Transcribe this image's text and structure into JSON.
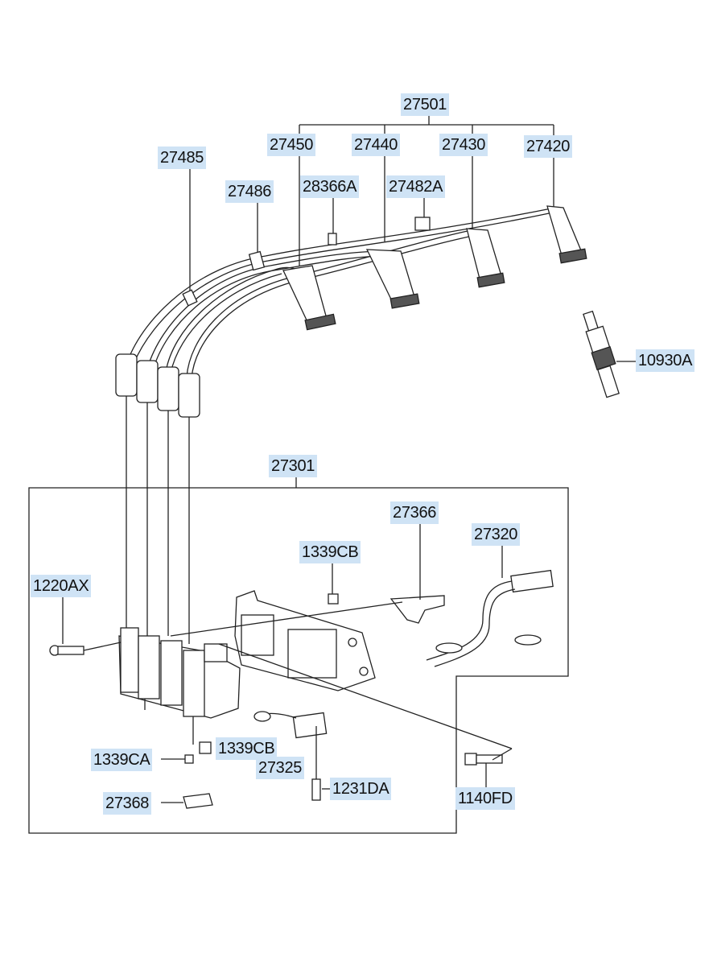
{
  "diagram": {
    "labels": {
      "p27501": "27501",
      "p27450": "27450",
      "p27440": "27440",
      "p27430": "27430",
      "p27420": "27420",
      "p27485": "27485",
      "p27486": "27486",
      "p28366A": "28366A",
      "p27482A": "27482A",
      "p10930A": "10930A",
      "p27301": "27301",
      "p27366": "27366",
      "p27320": "27320",
      "p1339CB_top": "1339CB",
      "p1220AX": "1220AX",
      "p1339CB_low": "1339CB",
      "p1339CA": "1339CA",
      "p27325": "27325",
      "p1231DA": "1231DA",
      "p27368": "27368",
      "p1140FD": "1140FD"
    },
    "colors": {
      "label_highlight": "#cfe3f5",
      "line": "#222222",
      "background": "#ffffff"
    }
  }
}
